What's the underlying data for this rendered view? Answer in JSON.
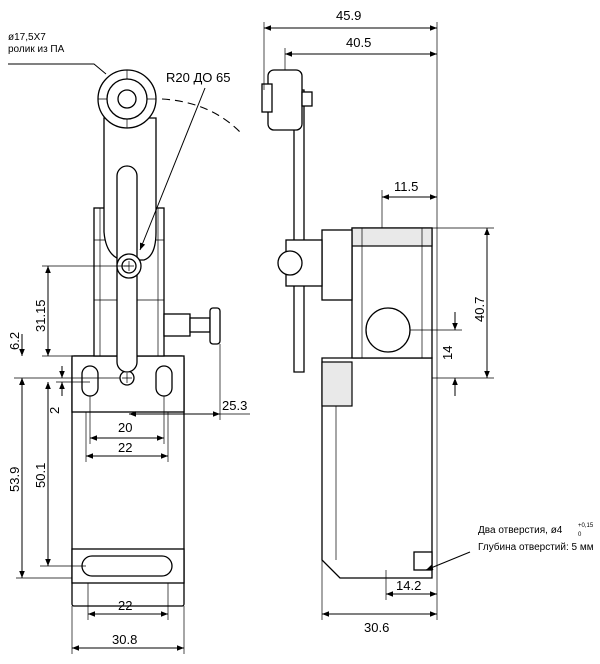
{
  "annotations": {
    "roller_diameter": "ø17,5X7",
    "roller_material": "ролик из ПА",
    "radius": "R20 ДО 65",
    "holes_note": "Два отверстия, ø4",
    "holes_tol_upper": "+0,15",
    "holes_tol_lower": "0",
    "holes_depth": "Глубина отверстий: 5 мм"
  },
  "dimensions": {
    "overall_width": "45.9",
    "lever_offset": "40.5",
    "actuator_width": "11.5",
    "head_height": "40.7",
    "lower_height": "14",
    "pivot_height": "31.15",
    "step": "6.2",
    "hole_offset": "2",
    "plunger": "25.3",
    "hole_spacing": "20",
    "head_width": "22",
    "body_height": "53.9",
    "body_height_inner": "50.1",
    "bottom_width": "22",
    "front_width": "30.8",
    "side_hole": "14.2",
    "side_width": "30.6"
  }
}
